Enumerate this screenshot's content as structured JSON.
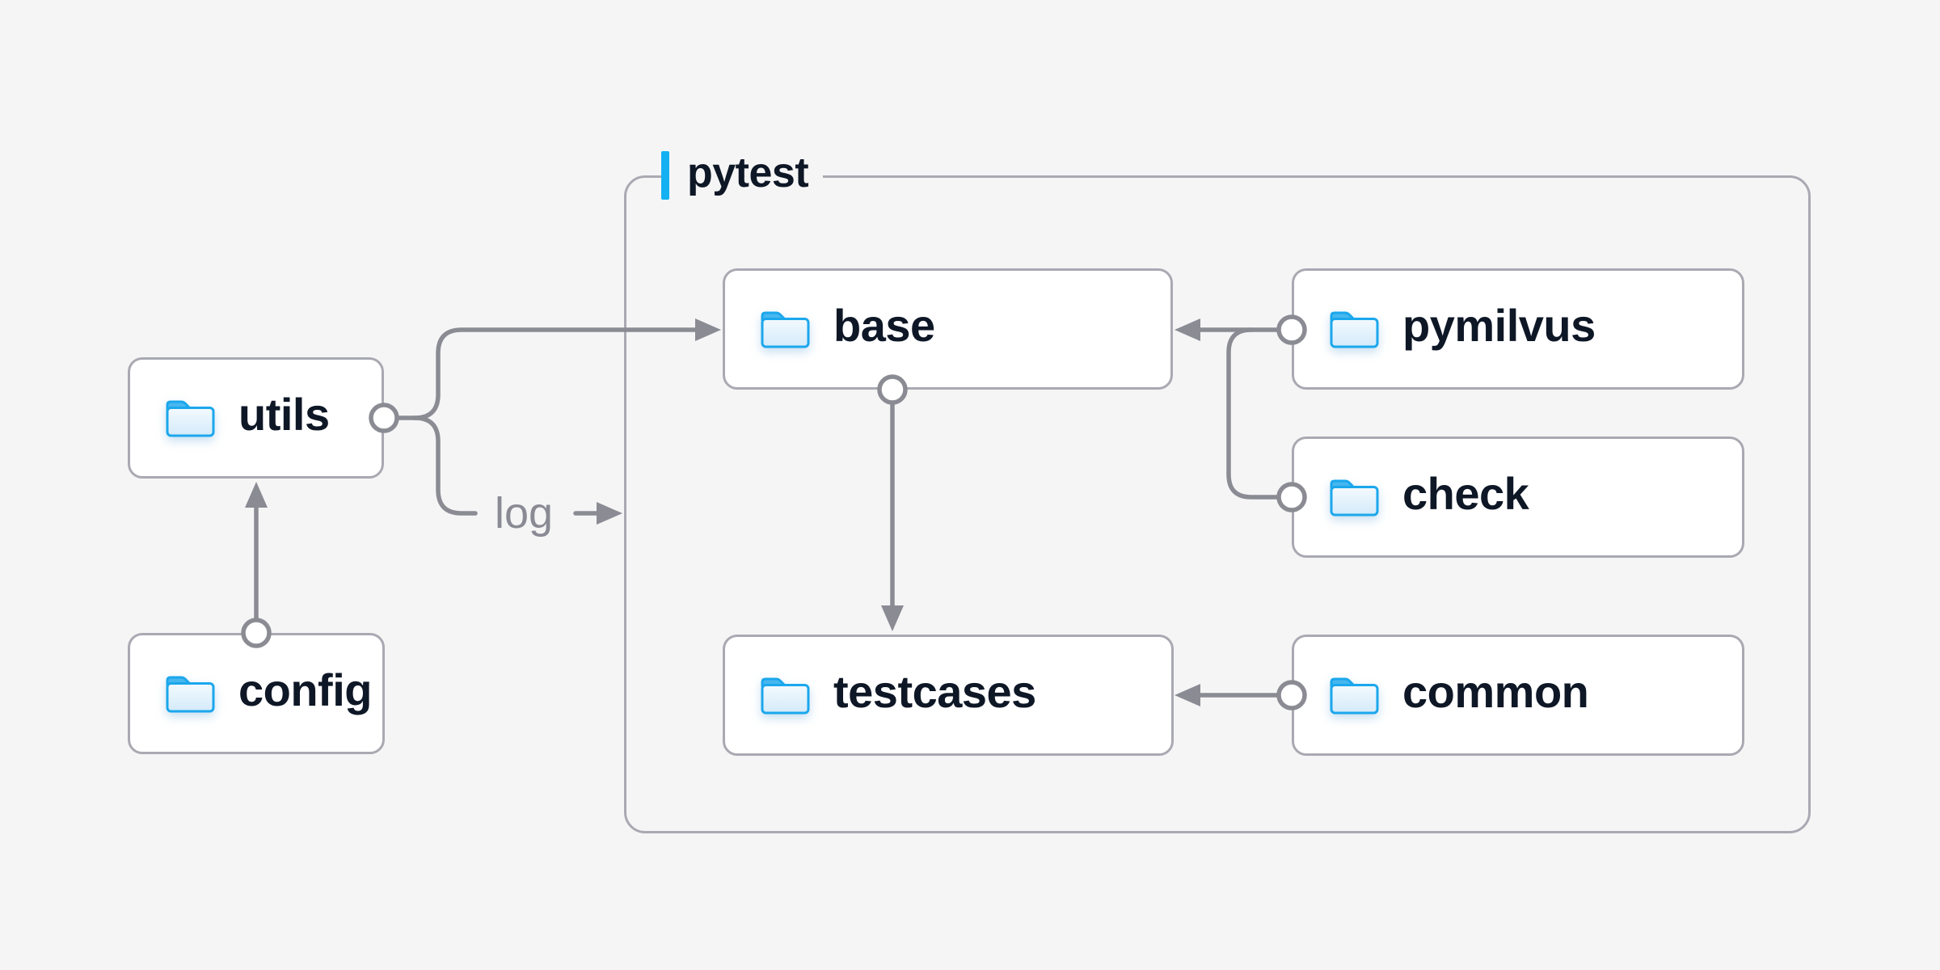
{
  "container": {
    "label": "pytest"
  },
  "nodes": {
    "utils": {
      "label": "utils"
    },
    "config": {
      "label": "config"
    },
    "base": {
      "label": "base"
    },
    "testcases": {
      "label": "testcases"
    },
    "pymilvus": {
      "label": "pymilvus"
    },
    "check": {
      "label": "check"
    },
    "common": {
      "label": "common"
    }
  },
  "edges": {
    "log_label": "log",
    "list": [
      {
        "from": "config",
        "to": "utils"
      },
      {
        "from": "utils",
        "to": "base"
      },
      {
        "from": "utils",
        "to": "log"
      },
      {
        "from": "base",
        "to": "testcases"
      },
      {
        "from": "pymilvus",
        "to": "base"
      },
      {
        "from": "check",
        "to": "base"
      },
      {
        "from": "common",
        "to": "testcases"
      }
    ]
  },
  "colors": {
    "background": "#f5f5f6",
    "node_fill": "#ffffff",
    "node_border": "#a9a9b2",
    "connector": "#8b8b94",
    "label_text": "#0e1726",
    "edge_label_text": "#8a8a94",
    "accent": "#14b1f2",
    "folder_stroke": "#1ba7ec",
    "folder_tab": "#47b7ef"
  }
}
